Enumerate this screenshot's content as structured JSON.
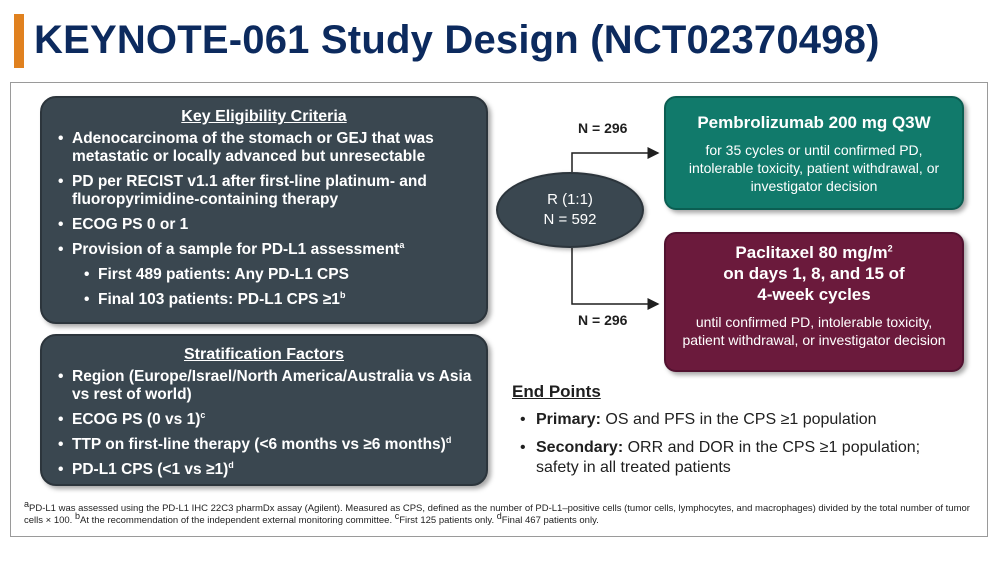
{
  "title": "KEYNOTE-061 Study Design (NCT02370498)",
  "eligibility": {
    "heading": "Key Eligibility Criteria",
    "items": [
      {
        "text": "Adenocarcinoma of the stomach or GEJ that was metastatic or locally advanced but unresectable",
        "sup": ""
      },
      {
        "text": "PD per RECIST v1.1 after first-line platinum- and fluoropyrimidine-containing therapy",
        "sup": ""
      },
      {
        "text": "ECOG PS 0 or 1",
        "sup": ""
      },
      {
        "text": "Provision of a sample for PD-L1 assessment",
        "sup": "a"
      }
    ],
    "subitems": [
      {
        "text": "First 489 patients: Any PD-L1 CPS",
        "sup": ""
      },
      {
        "text": "Final 103 patients: PD-L1 CPS ≥1",
        "sup": "b"
      }
    ]
  },
  "stratification": {
    "heading": "Stratification Factors",
    "items": [
      {
        "text": "Region (Europe/Israel/North America/Australia vs Asia vs rest of world)",
        "sup": ""
      },
      {
        "text": "ECOG PS (0 vs 1)",
        "sup": "c"
      },
      {
        "text": "TTP on first-line therapy (<6 months vs ≥6 months)",
        "sup": "d"
      },
      {
        "text": "PD-L1 CPS (<1 vs ≥1)",
        "sup": "d"
      }
    ]
  },
  "randomization": {
    "line1": "R (1:1)",
    "line2": "N = 592"
  },
  "arms": {
    "top_n": "N = 296",
    "bottom_n": "N = 296",
    "pembro": {
      "title": "Pembrolizumab 200 mg Q3W",
      "desc": "for 35 cycles or until confirmed PD, intolerable toxicity, patient withdrawal, or investigator decision"
    },
    "pacli": {
      "title_a": "Paclitaxel 80 mg/m",
      "title_sup": "2",
      "title_b": "on days 1, 8, and 15 of",
      "title_c": "4-week cycles",
      "desc": "until confirmed PD, intolerable toxicity, patient withdrawal, or investigator decision"
    }
  },
  "endpoints": {
    "heading": "End Points",
    "primary_label": "Primary:",
    "primary_text": "OS and PFS in the CPS ≥1 population",
    "secondary_label": "Secondary:",
    "secondary_text": "ORR and DOR in the CPS ≥1 population; safety in all treated patients"
  },
  "footnote": {
    "a_mark": "a",
    "a_text": "PD-L1 was assessed using the PD-L1 IHC 22C3 pharmDx assay (Agilent). Measured as CPS, defined as the number of PD-L1–positive cells (tumor cells, lymphocytes, and macrophages) divided by the total number of tumor cells × 100.",
    "b_mark": "b",
    "b_text": "At the recommendation of the independent external monitoring committee.",
    "c_mark": "c",
    "c_text": "First 125 patients only.",
    "d_mark": "d",
    "d_text": "Final 467 patients only."
  },
  "colors": {
    "title": "#0c2a5e",
    "accent": "#e0811f",
    "card": "#3a4750",
    "pembro": "#117a6b",
    "pacli": "#6b1a3c"
  }
}
